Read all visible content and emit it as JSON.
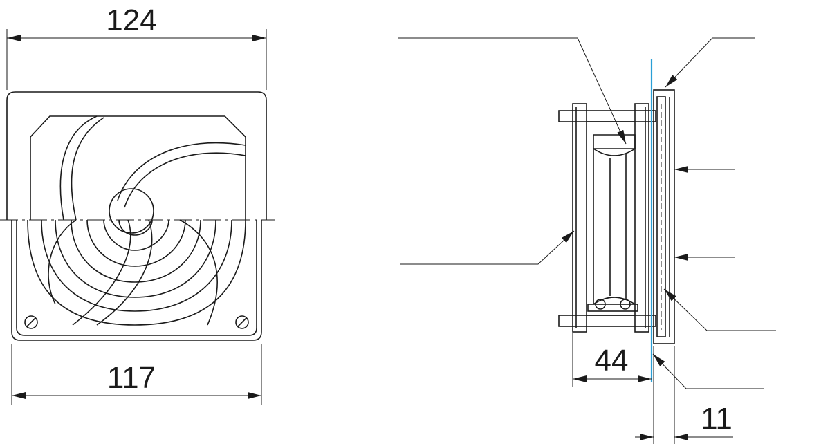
{
  "dimensions": {
    "overall_width": "124",
    "mount_width": "117",
    "fan_depth": "44",
    "cover_depth": "11"
  },
  "colors": {
    "line": "#1a1a1a",
    "panel_line": "#2a9fd6"
  }
}
